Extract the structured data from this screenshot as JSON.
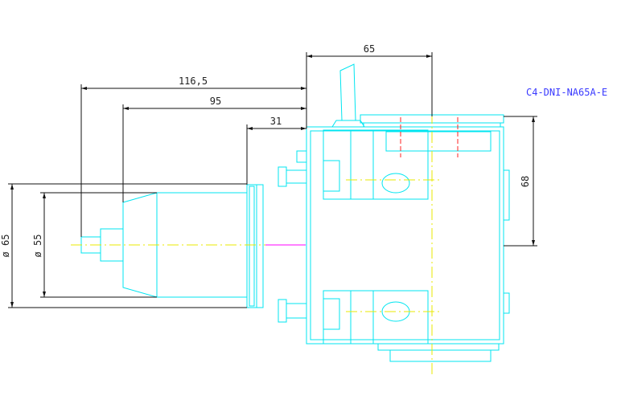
{
  "drawing": {
    "part_code": "C4-DNI-NA65A-E",
    "dimensions": {
      "width_top": "65",
      "overall_length": "116,5",
      "body_length": "95",
      "flange_length": "31",
      "height_right": "68",
      "diameter_outer": "ø 65",
      "diameter_inner": "ø 55"
    }
  },
  "colors": {
    "outline": "#00e5f0",
    "dimension": "#111111",
    "centerline": "#e8e800",
    "marker": "#ff2222",
    "magenta": "#ff00ff",
    "part_text": "#3a3aff"
  }
}
